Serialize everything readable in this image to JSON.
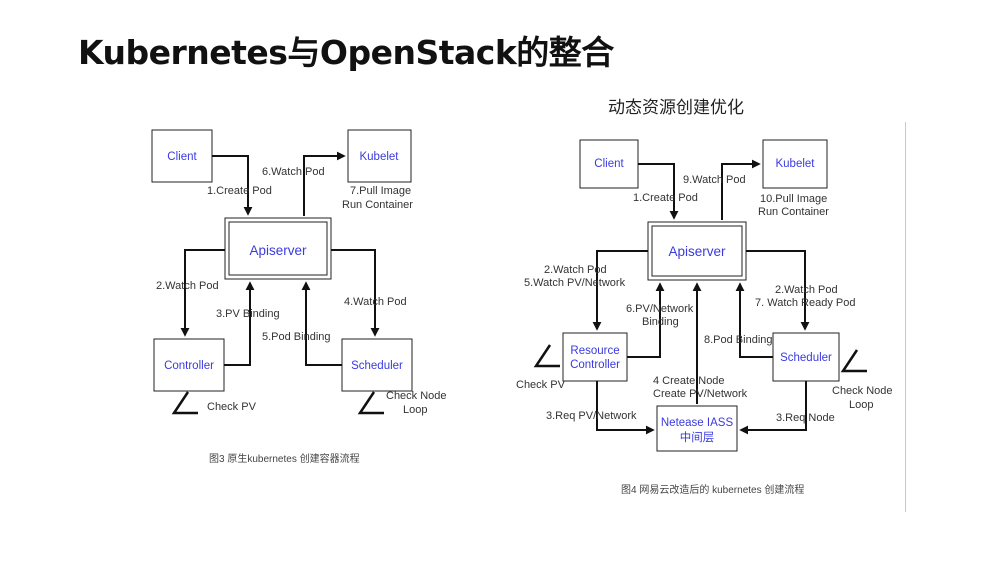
{
  "title": "Kubernetes与OpenStack的整合",
  "subtitle": "动态资源创建优化",
  "diagram1": {
    "nodes": {
      "client": "Client",
      "kubelet": "Kubelet",
      "apiserver": "Apiserver",
      "controller": "Controller",
      "scheduler": "Scheduler"
    },
    "labels": {
      "watch_pod_6": "6.Watch Pod",
      "create_pod_1": "1.Create Pod",
      "pull_image": "7.Pull Image",
      "run_container": "Run Container",
      "watch_pod_2": "2.Watch Pod",
      "pv_binding_3": "3.PV Binding",
      "watch_pod_4": "4.Watch Pod",
      "pod_binding_5": "5.Pod Binding",
      "check_pv": "Check PV",
      "check_node": "Check Node",
      "loop": "Loop"
    },
    "caption": "图3 原生kubernetes 创建容器流程"
  },
  "diagram2": {
    "nodes": {
      "client": "Client",
      "kubelet": "Kubelet",
      "apiserver": "Apiserver",
      "resource_controller_1": "Resource",
      "resource_controller_2": "Controller",
      "scheduler": "Scheduler",
      "iass_1": "Netease IASS",
      "iass_2": "中间层"
    },
    "labels": {
      "watch_pod_9": "9.Watch Pod",
      "create_pod_1": "1.Create Pod",
      "pull_image": "10.Pull Image",
      "run_container": "Run Container",
      "watch_pod_2": "2.Watch Pod",
      "watch_pv_5": "5.Watch PV/Network",
      "pv_network_6a": "6.PV/Network",
      "pv_network_6b": "Binding",
      "watch_pod_2r": "2.Watch Pod",
      "watch_ready_7": "7. Watch Ready Pod",
      "pod_binding_8": "8.Pod Binding",
      "create_node_4a": "4 Create Node",
      "create_node_4b": "Create PV/Network",
      "check_pv": "Check PV",
      "check_node": "Check Node",
      "loop": "Loop",
      "req_pv_3": "3.Req PV/Network",
      "req_node_3": "3.Req Node"
    },
    "caption": "图4 网易云改造后的 kubernetes 创建流程"
  }
}
